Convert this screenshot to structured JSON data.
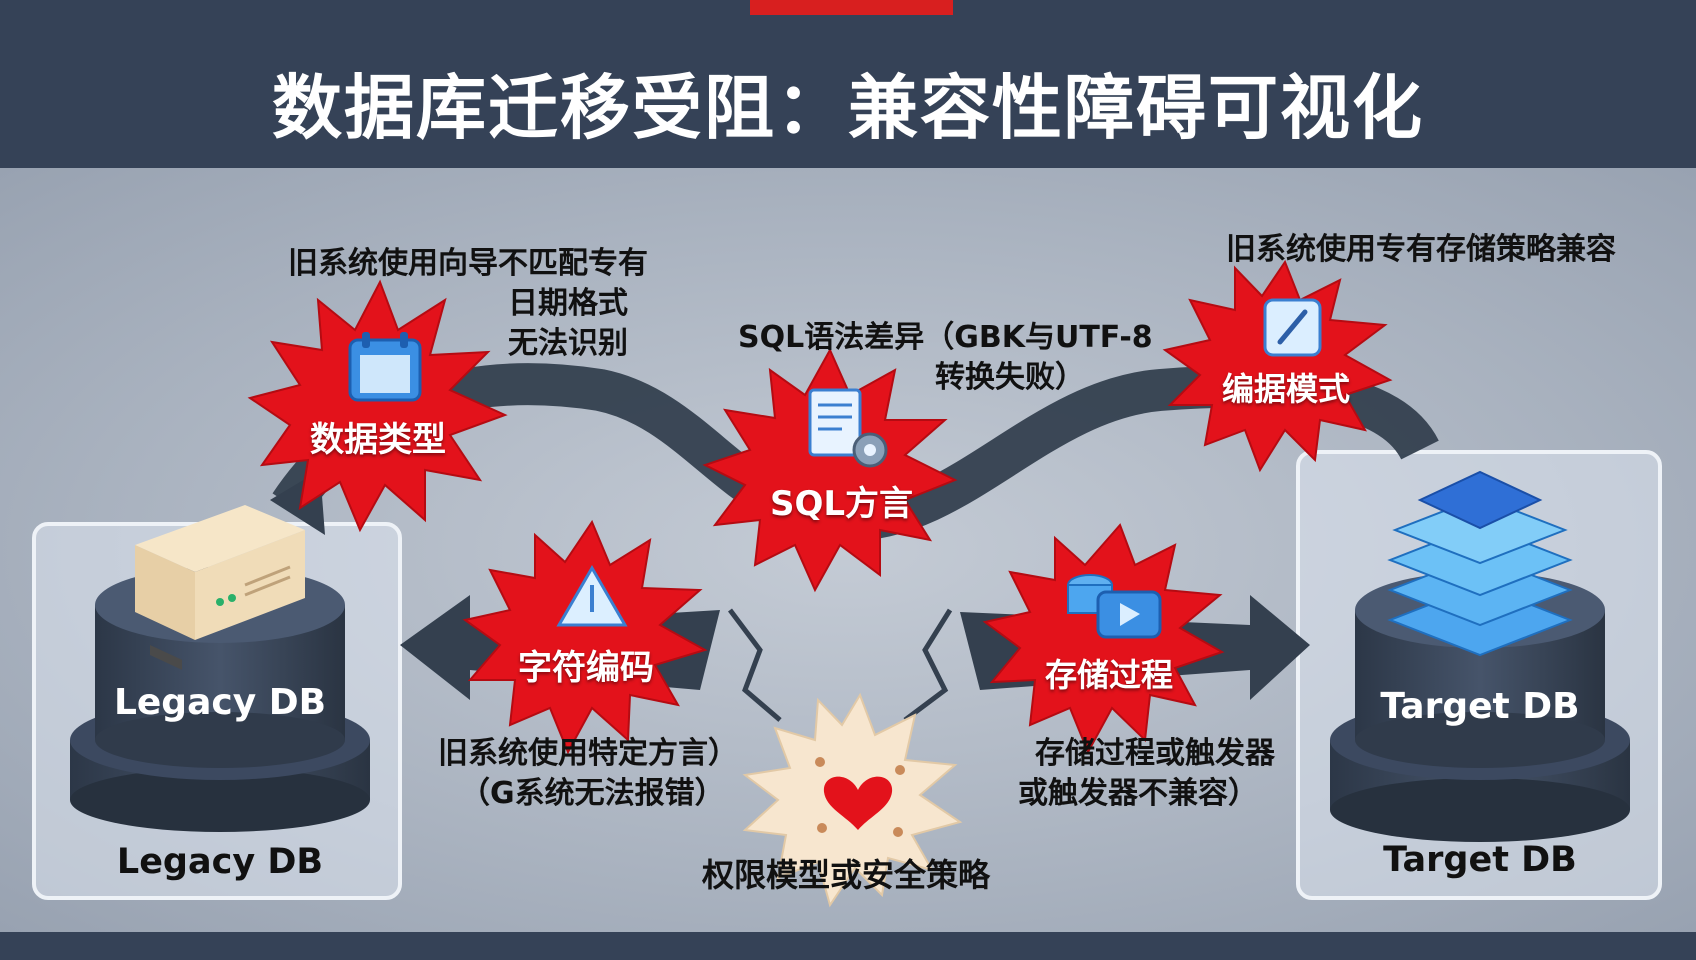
{
  "title": "数据库迁移受阻：兼容性障碍可视化",
  "legacy": {
    "label": "Legacy DB",
    "caption": "Legacy DB"
  },
  "target": {
    "label": "Target DB",
    "caption": "Target DB"
  },
  "obstacles": {
    "data_type": {
      "label": "数据类型",
      "desc_line1": "旧系统使用向导不匹配专有",
      "desc_line2": "日期格式",
      "desc_line3": "无法识别"
    },
    "sql_dialect": {
      "label": "SQL方言",
      "desc_line1": "SQL语法差异（GBK与UTF-8",
      "desc_line2": "转换失败）"
    },
    "edit_mode": {
      "label": "编据模式",
      "desc_line1": "旧系统使用专有存储策略兼容"
    },
    "char_encoding": {
      "label": "字符编码",
      "desc_line1": "旧系统使用特定方言）",
      "desc_line2": "（G系统无法报错）"
    },
    "storage": {
      "label": "存储过程",
      "desc_line1": "存储过程或触发器",
      "desc_line2": "或触发器不兼容）"
    },
    "permission": {
      "label": "权限模型或安全策略"
    }
  },
  "colors": {
    "burst": "#e3121b",
    "arrow": "#34404f",
    "header": "#354257",
    "target_accent": "#2f8fe0"
  },
  "icons": [
    "calendar-icon",
    "document-gear-icon",
    "edit-note-icon",
    "warning-triangle-icon",
    "storage-video-icon",
    "heart-icon",
    "server-icon",
    "layers-icon"
  ]
}
